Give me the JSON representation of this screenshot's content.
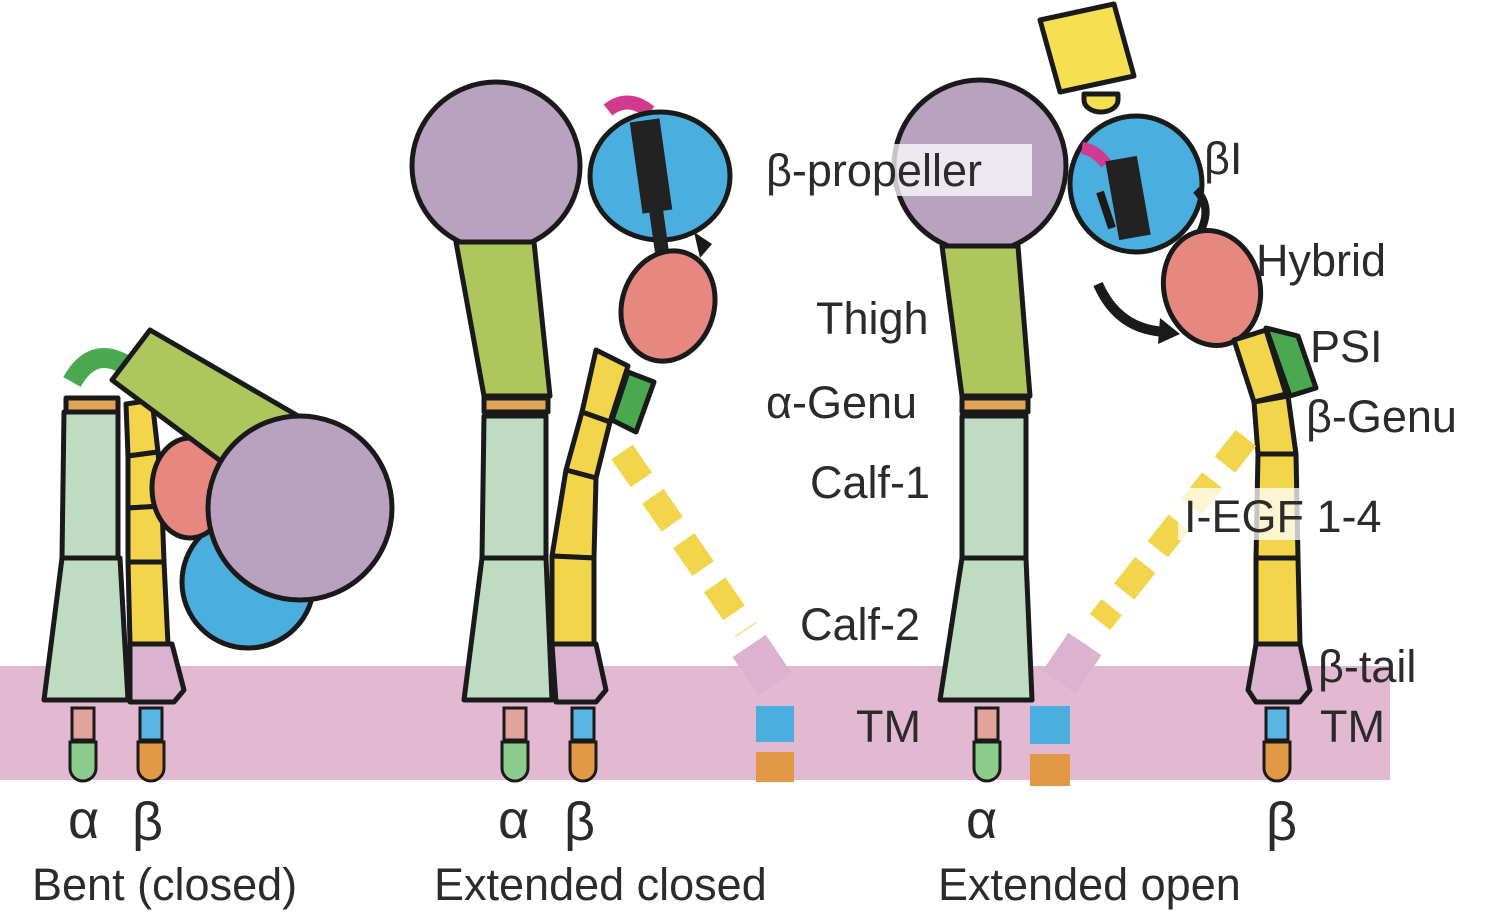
{
  "colors": {
    "membrane": "#e2b9d1",
    "beta_propeller": "#b9a1c0",
    "thigh": "#aec65c",
    "calf": "#bfdcc2",
    "genu": "#e0a458",
    "beta_i": "#4aaedf",
    "hybrid": "#e68880",
    "psi": "#4aa84f",
    "i_egf": "#f2d54a",
    "beta_tail": "#dcb3cf",
    "tm_alpha": "#e3a29c",
    "tm_beta": "#5bb4e3",
    "cyto_alpha": "#8ccb8c",
    "cyto_beta": "#e39845",
    "ligand": "#f5e052",
    "alpha1_helix": "#d23a8f",
    "outline": "#1a1a1a"
  },
  "states": [
    {
      "id": "bent",
      "alpha_label": "α",
      "beta_label": "β",
      "caption": "Bent (closed)"
    },
    {
      "id": "extended-closed",
      "alpha_label": "α",
      "beta_label": "β",
      "caption": "Extended closed"
    },
    {
      "id": "extended-open",
      "alpha_label": "α",
      "beta_label": "β",
      "caption": "Extended open"
    }
  ],
  "alpha_labels": {
    "beta_propeller": "β-propeller",
    "thigh": "Thigh",
    "alpha_genu": "α-Genu",
    "calf1": "Calf-1",
    "calf2": "Calf-2",
    "tm": "TM"
  },
  "beta_labels": {
    "beta_i": "βI",
    "hybrid": "Hybrid",
    "psi": "PSI",
    "beta_genu": "β-Genu",
    "i_egf": "I-EGF 1-4",
    "beta_tail": "β-tail",
    "tm": "TM"
  }
}
